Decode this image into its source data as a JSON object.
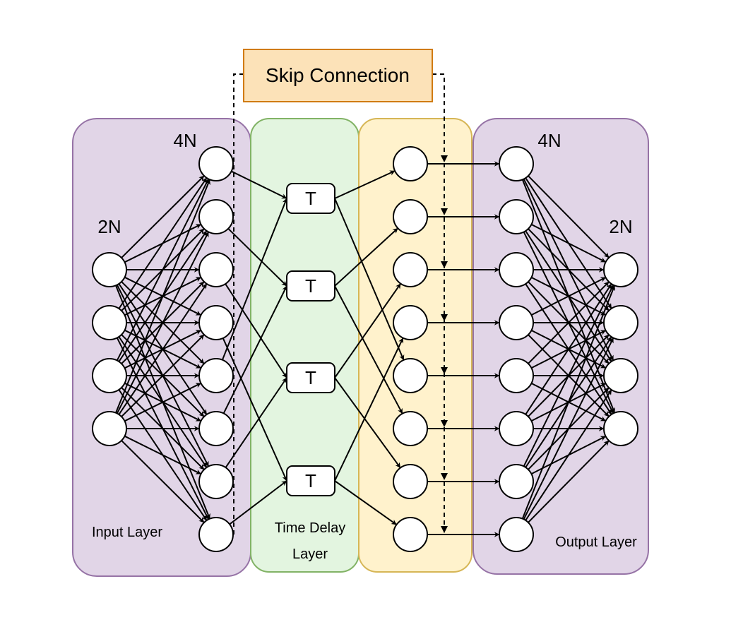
{
  "skip_label": "Skip Connection",
  "delay_symbol": "T",
  "labels": {
    "input_count": "2N",
    "input_hidden_count": "4N",
    "output_hidden_count": "4N",
    "output_count": "2N",
    "input_layer": "Input Layer",
    "time_delay_line1": "Time Delay",
    "time_delay_line2": "Layer",
    "output_layer": "Output Layer"
  },
  "colors": {
    "purple_fill": "#e1d5e7",
    "purple_stroke": "#9673a6",
    "green_fill": "#e3f5e0",
    "green_stroke": "#82b366",
    "yellow_fill": "#fff2cc",
    "yellow_stroke": "#d6b656",
    "orange_fill": "#fce2b8",
    "orange_stroke": "#d07b12",
    "ink": "#000000"
  },
  "diagram": {
    "input_nodes": 4,
    "hidden_nodes": 8,
    "delay_units": 4,
    "output_nodes": 4
  }
}
